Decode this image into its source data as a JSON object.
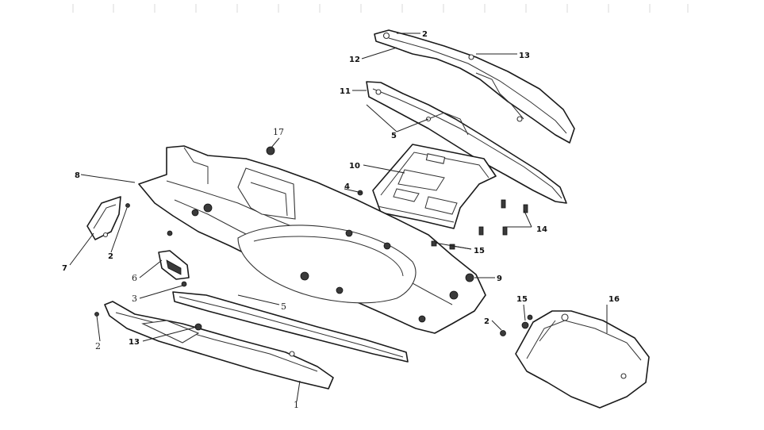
{
  "callouts": {
    "c1_bottom": "1",
    "c2_top": "2",
    "c2_left_panel": "2",
    "c2_bottom_left": "2",
    "c2_right": "2",
    "c3": "3",
    "c4": "4",
    "c5_upper": "5",
    "c5_lower": "5",
    "c6": "6",
    "c7": "7",
    "c8": "8",
    "c9": "9",
    "c10": "10",
    "c11": "11",
    "c12": "12",
    "c13_top": "13",
    "c13_bottom": "13",
    "c14": "14",
    "c15_mid": "15",
    "c15_right": "15",
    "c16": "16",
    "c17": "17"
  }
}
